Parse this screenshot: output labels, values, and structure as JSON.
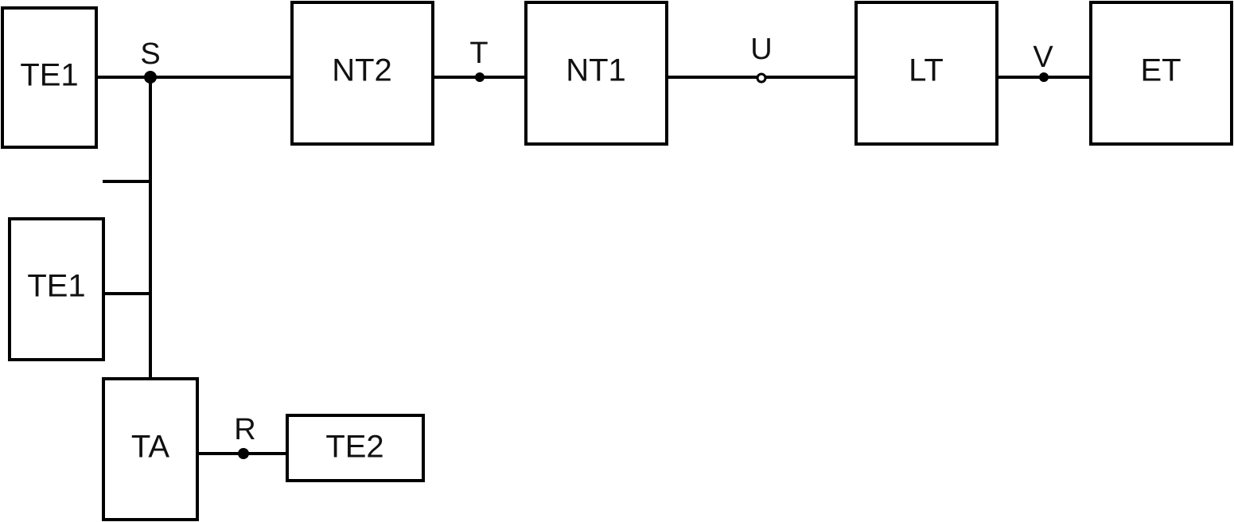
{
  "blocks": {
    "te1_top": "TE1",
    "te1_side": "TE1",
    "nt2": "NT2",
    "nt1": "NT1",
    "lt": "LT",
    "et": "ET",
    "ta": "TA",
    "te2": "TE2"
  },
  "reference_points": {
    "s": "S",
    "t": "T",
    "u": "U",
    "v": "V",
    "r": "R"
  }
}
